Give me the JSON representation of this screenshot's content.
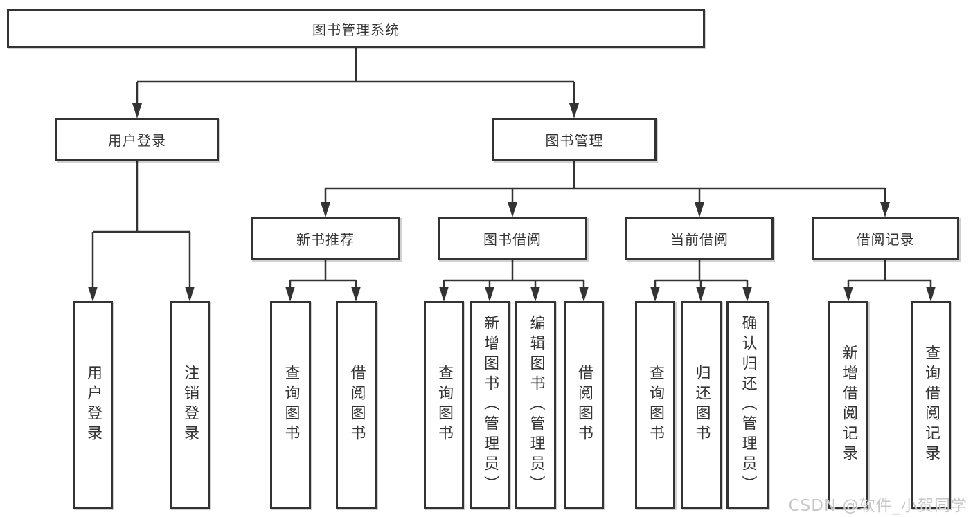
{
  "colors": {
    "line": "#333333",
    "box_border": "#333333",
    "text": "#333333",
    "watermark": "#c7c7c7",
    "background": "#ffffff"
  },
  "diagram": {
    "root": {
      "label": "图书管理系统"
    },
    "level2": [
      {
        "label": "用户登录"
      },
      {
        "label": "图书管理"
      }
    ],
    "level3": [
      {
        "label": "新书推荐"
      },
      {
        "label": "图书借阅"
      },
      {
        "label": "当前借阅"
      },
      {
        "label": "借阅记录"
      }
    ],
    "leaves": {
      "user_login": [
        {
          "label": "用户登录"
        },
        {
          "label": "注销登录"
        }
      ],
      "new_book_recommend": [
        {
          "label": "查询图书"
        },
        {
          "label": "借阅图书"
        }
      ],
      "book_borrowing": [
        {
          "label": "查询图书"
        },
        {
          "label": "新增图书（管理员）"
        },
        {
          "label": "编辑图书（管理员）"
        },
        {
          "label": "借阅图书"
        }
      ],
      "current_borrowing": [
        {
          "label": "查询图书"
        },
        {
          "label": "归还图书"
        },
        {
          "label": "确认归还（管理员）"
        }
      ],
      "borrowing_records": [
        {
          "label": "新增借阅记录"
        },
        {
          "label": "查询借阅记录"
        }
      ]
    }
  },
  "watermark": {
    "text": "CSDN @软件_小贺同学"
  }
}
